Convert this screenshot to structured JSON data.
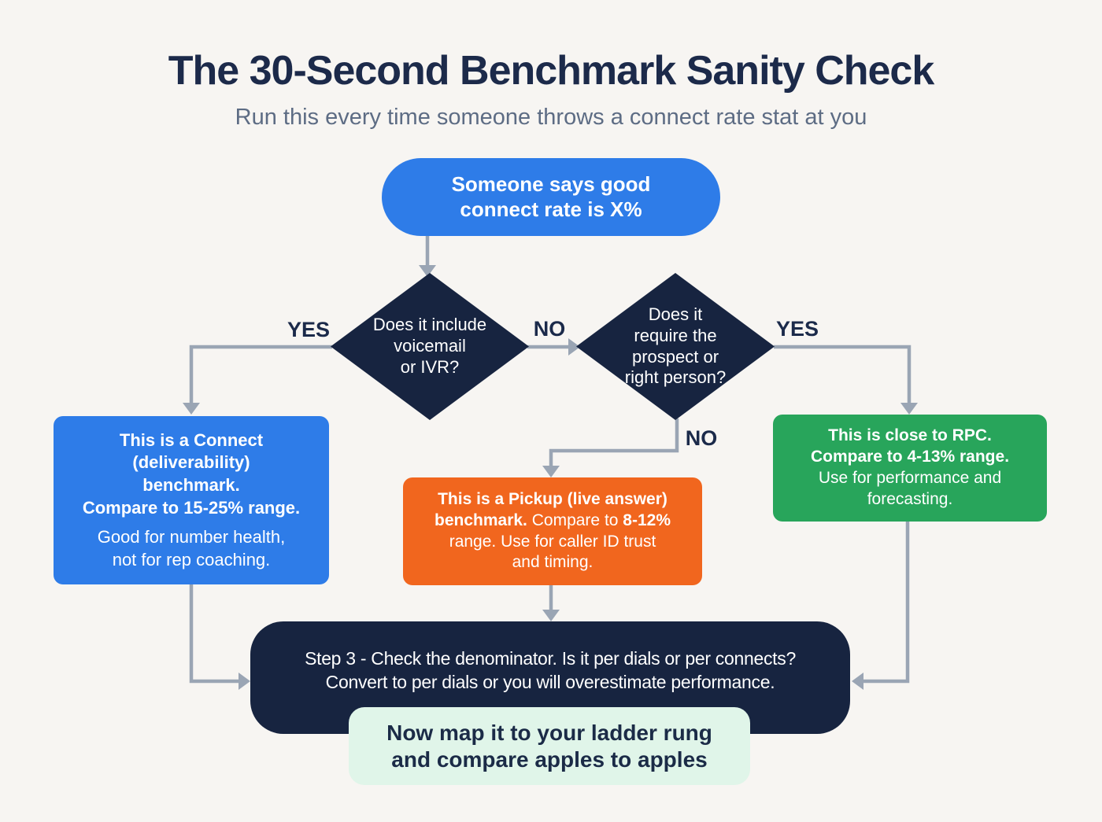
{
  "page": {
    "title": "The 30-Second Benchmark Sanity Check",
    "subtitle": "Run this every time someone throws a connect rate stat at you"
  },
  "start": {
    "line1": "Someone says good",
    "line2": "connect rate is X%"
  },
  "decision_voicemail": {
    "lines": [
      "Does it include",
      "voicemail",
      "or IVR?"
    ],
    "yes_label": "YES",
    "no_label": "NO"
  },
  "decision_prospect": {
    "lines": [
      "Does it",
      "require the",
      "prospect or",
      "right person?"
    ],
    "yes_label": "YES",
    "no_label": "NO"
  },
  "connect_box": {
    "bold_lines": [
      "This is a Connect",
      "(deliverability)",
      "benchmark.",
      "Compare to 15-25% range."
    ],
    "normal_lines": [
      "Good for number health,",
      "not for rep coaching."
    ]
  },
  "pickup_box": {
    "line1_bold": "This is a Pickup (live answer)",
    "line2_bold1": "benchmark.",
    "line2_normal": "Compare to",
    "line2_bold2": "8-12%",
    "line3": "range. Use for caller ID trust",
    "line4": "and timing."
  },
  "rpc_box": {
    "bold_lines": [
      "This is close to RPC.",
      "Compare to 4-13% range."
    ],
    "normal_lines": [
      "Use for performance and",
      "forecasting."
    ]
  },
  "step3_box": {
    "line1": "Step 3 - Check the denominator. Is it per dials or per connects?",
    "line2": "Convert to per dials or you will overestimate performance."
  },
  "final_box": {
    "line1": "Now map it to your ladder rung",
    "line2": "and compare apples to apples"
  },
  "colors": {
    "background": "#f7f5f2",
    "blue": "#2e7ce8",
    "navy": "#172440",
    "orange": "#f1661e",
    "green": "#28a55b",
    "mint": "#e0f5e9",
    "arrow": "#9aa5b4",
    "heading": "#1c2a4a",
    "subtitle_gray": "#5d6c84"
  }
}
